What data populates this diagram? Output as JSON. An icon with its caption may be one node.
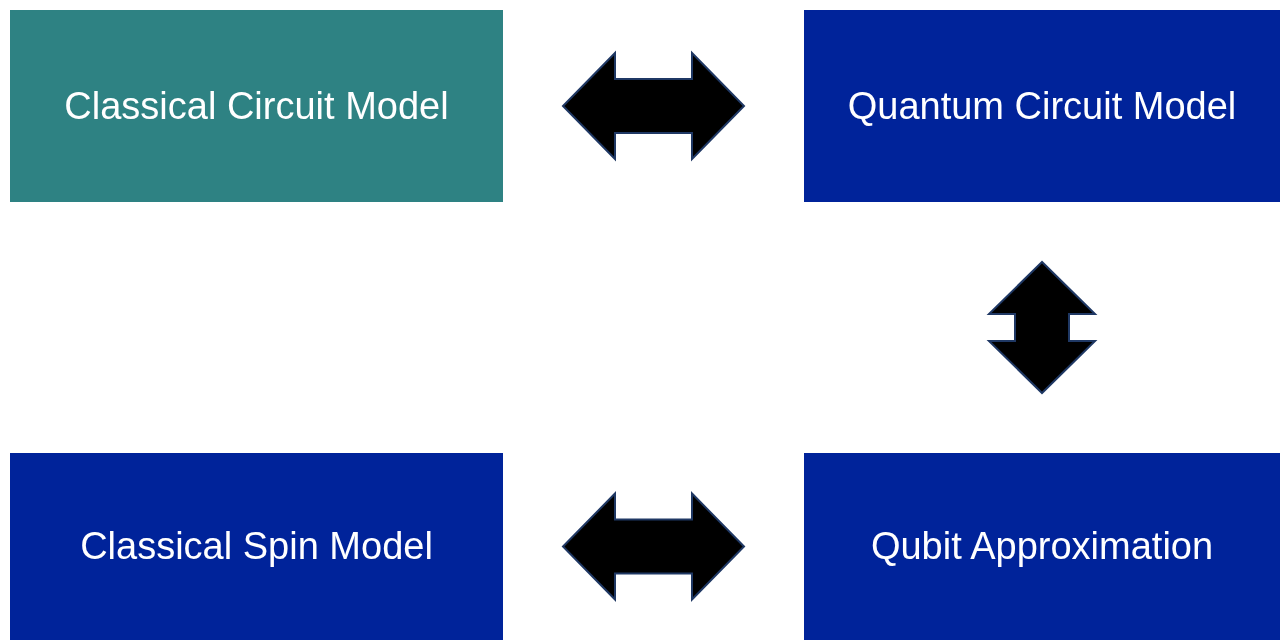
{
  "diagram": {
    "nodes": [
      {
        "text": [
          "Classical Circuit Model"
        ]
      },
      {
        "text": [
          "Quantum Circuit Model"
        ]
      },
      {
        "text": [
          "Classical Spin Model"
        ]
      },
      {
        "text": [
          "Qubit Approximation"
        ]
      }
    ],
    "edges": [
      {
        "from": 0,
        "to": 1,
        "arrow": "both"
      },
      {
        "from": 1,
        "to": 3,
        "arrow": "both"
      },
      {
        "from": 3,
        "to": 2,
        "arrow": "both"
      }
    ]
  }
}
